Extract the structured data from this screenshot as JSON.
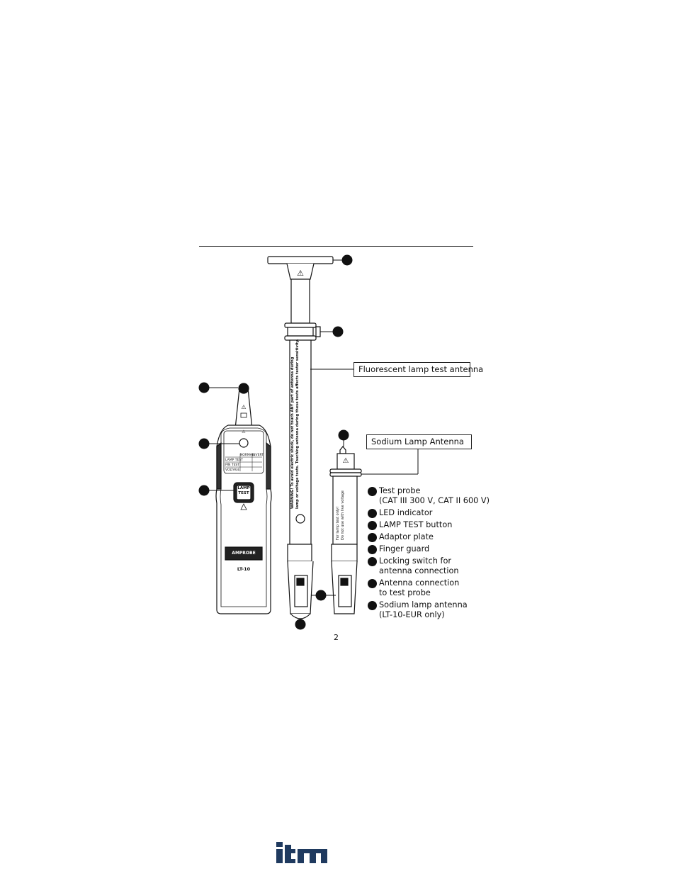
{
  "callouts": {
    "fluorescent": "Fluorescent lamp test antenna",
    "sodium": "Sodium Lamp Antenna"
  },
  "device": {
    "brand": "AMPROBE",
    "model": "LT-10",
    "button_label_line1": "LAMP",
    "button_label_line2": "TEST",
    "table": {
      "headers": [
        "NORMAL",
        "INVERT"
      ],
      "rows": [
        [
          "LAMP TEST",
          "",
          ""
        ],
        [
          "PIN TEST",
          "",
          ""
        ],
        [
          "VOLTAGE",
          "",
          ""
        ]
      ]
    }
  },
  "antenna_labels": {
    "fluorescent_warning_1": "WARNING! To avoid electric shock, do not touch ANY part of antenna during",
    "fluorescent_warning_2": "lamp or voltage tests. Touching antenna during these tests affects tester sensitivity.",
    "sodium_note_1": "For lamp test only!",
    "sodium_note_2": "Do not use with live voltage"
  },
  "legend": [
    "Test probe\n(CAT III 300 V, CAT II 600 V)",
    "LED indicator",
    "LAMP TEST button",
    "Adaptor plate",
    "Finger guard",
    "Locking switch for\nantenna connection",
    "Antenna connection\nto test probe",
    "Sodium lamp antenna\n(LT-10-EUR only)"
  ],
  "page_number": "2",
  "footer_logo": "itm"
}
